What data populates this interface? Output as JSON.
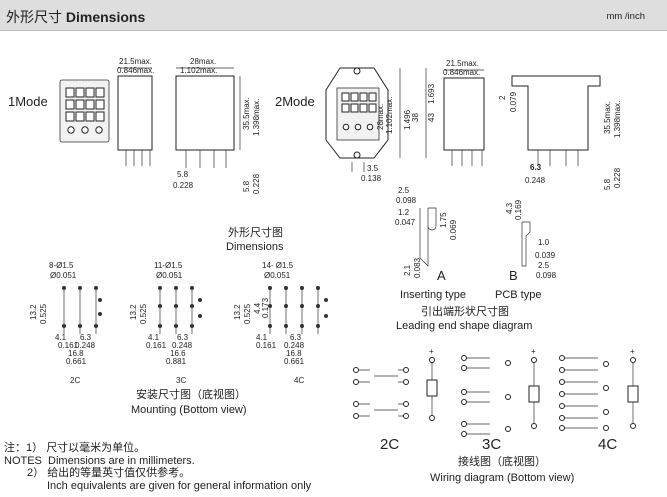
{
  "header": {
    "title_cn": "外形尺寸",
    "title_en": "Dimensions",
    "units": "mm /inch"
  },
  "mode1": {
    "label": "1Mode",
    "width_mm": "21.5max.",
    "width_in": "0.846max.",
    "length_mm": "28max.",
    "length_in": "1.102max.",
    "height_mm": "35.5max.",
    "height_in": "1.398max.",
    "pin_mm": "5.8",
    "pin_in": "0.228",
    "offset_mm": "5.8",
    "offset_in": "0.228"
  },
  "mode2": {
    "label": "2Mode",
    "width_mm": "21.5max.",
    "width_in": "0.846max.",
    "length_mm": "28max.",
    "length_in": "1.102max.",
    "h1_in": "1.496",
    "h1_mm": "38",
    "h2_mm": "43",
    "h2_in": "1.693",
    "gap_mm": "3.5",
    "gap_in": "0.138",
    "top_mm": "2",
    "top_in": "0.079",
    "height_mm": "35.5max.",
    "height_in": "1.398max.",
    "pin_mm": "5.8",
    "pin_in": "0.228",
    "pitch_mm": "6.3",
    "pitch_in": "0.248"
  },
  "dimensions_cn": "外形尺寸图",
  "dimensions_en": "Dimensions",
  "leading": {
    "a": {
      "d1": "2.5",
      "d1i": "0.098",
      "d2": "1.2",
      "d2i": "0.047",
      "d3": "1.75",
      "d3i": "0.069",
      "d4": "2.1",
      "d4i": "0.083",
      "label": "A",
      "type": "Inserting type"
    },
    "b": {
      "d1": "4.3",
      "d1i": "0.169",
      "d2": "1.0",
      "d2i": "0.039",
      "d3": "2.5",
      "d3i": "0.098",
      "label": "B",
      "type": "PCB type"
    },
    "caption_cn": "引出端形状尺寸图",
    "caption_en": "Leading end shape diagram"
  },
  "mounting": {
    "c2": {
      "holes": "8-Ø1.5",
      "hole_in": "Ø0.051",
      "label": "2C"
    },
    "c3": {
      "holes": "11-Ø1.5",
      "hole_in": "Ø0.051",
      "label": "3C"
    },
    "c4": {
      "holes": "14-  Ø1.5",
      "hole_in": "Ø0.051",
      "label": "4C"
    },
    "d_132": "13.2",
    "d_0525": "0.525",
    "d_41": "4.1",
    "d_0161": "0.161",
    "d_63": "6.3",
    "d_0248": "0.248",
    "d_168": "16.8",
    "d_0661": "0.661",
    "c3_w": "16.6",
    "c3_wi": "0.881",
    "d_44": "4.4",
    "d_0173": "0.173",
    "caption_cn": "安装尺寸图（底视图）",
    "caption_en": "Mounting (Bottom view)"
  },
  "wiring": {
    "c2": "2C",
    "c3": "3C",
    "c4": "4C",
    "caption_cn": "接线图（底视图）",
    "caption_en": "Wiring diagram (Bottom view)",
    "plus": "+",
    "minus": "-"
  },
  "notes": {
    "label_cn": "注：1）",
    "label_en": "NOTES",
    "n1_cn": "尺寸以毫米为单位。",
    "n1_en": "Dimensions are in millimeters.",
    "n2_num": "2）",
    "n2_cn": "给出的等量英寸值仅供参考。",
    "n2_en": "Inch equivalents are given for general information only"
  }
}
